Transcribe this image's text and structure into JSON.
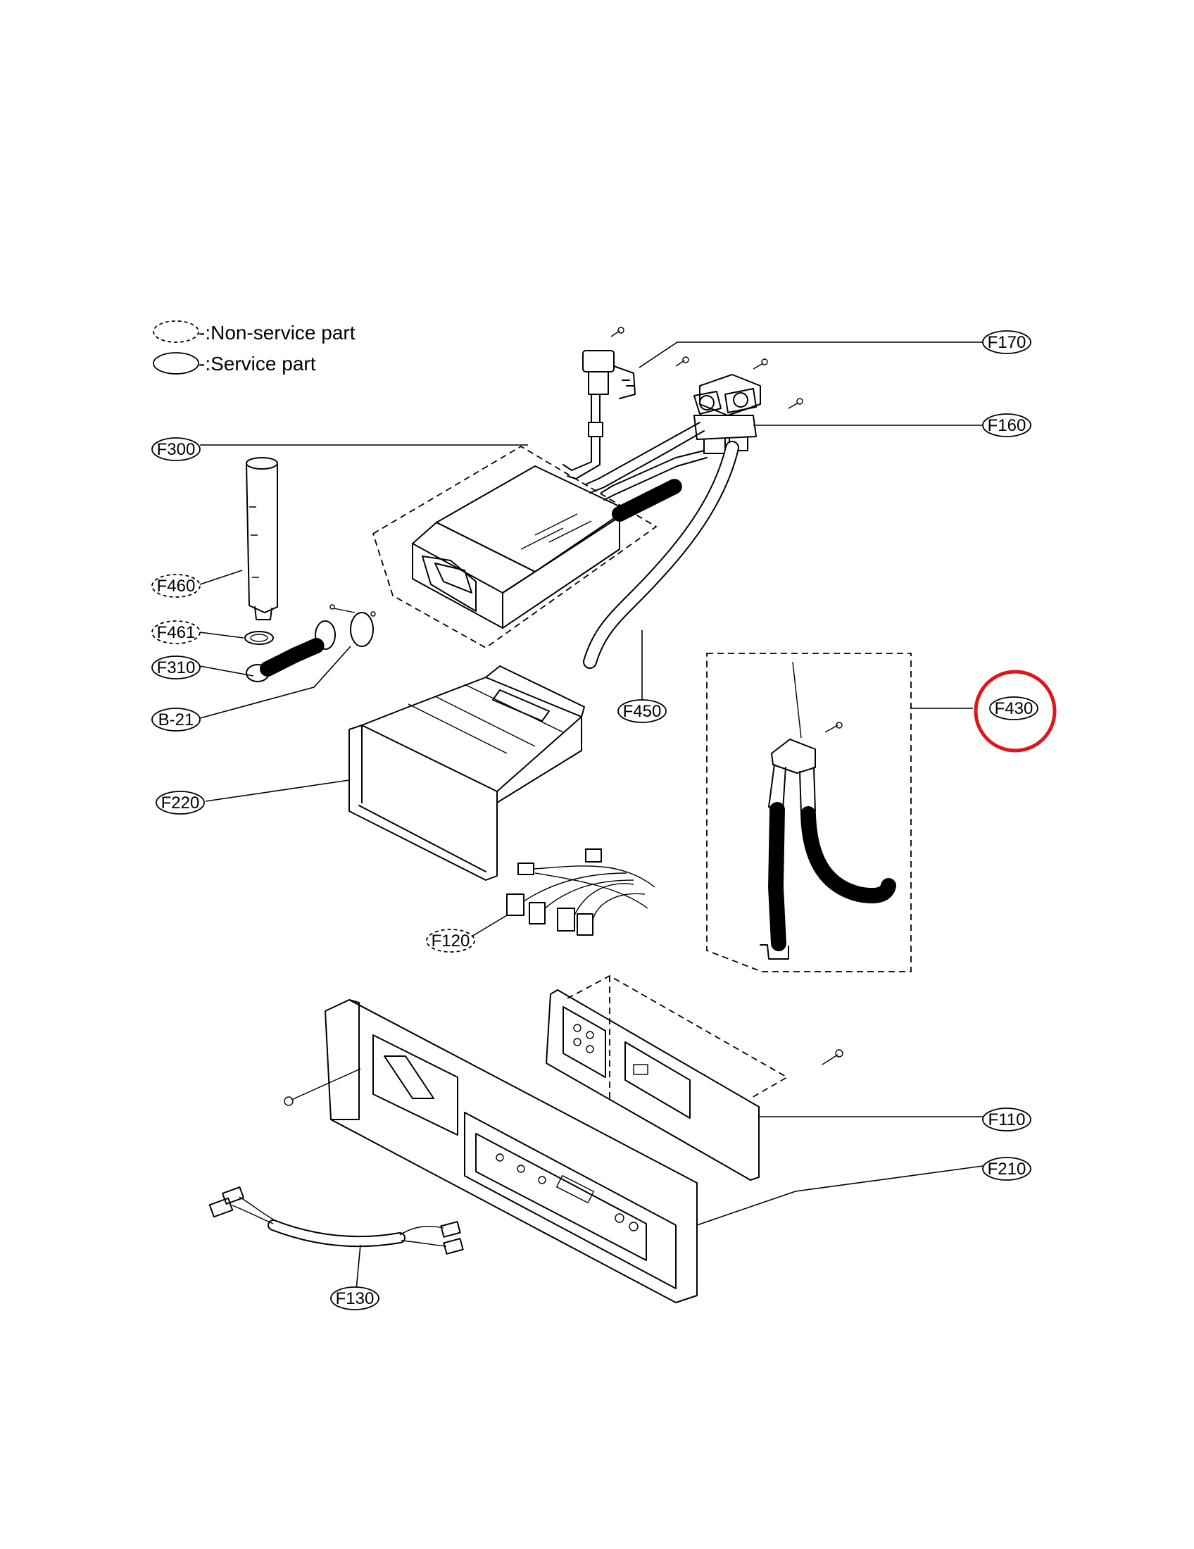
{
  "legend": {
    "non_service": "-:Non-service part",
    "service": "-:Service part"
  },
  "parts": {
    "f170": "F170",
    "f160": "F160",
    "f300": "F300",
    "f460": "F460",
    "f461": "F461",
    "f310": "F310",
    "b21": "B-21",
    "f220": "F220",
    "f450": "F450",
    "f430": "F430",
    "f120": "F120",
    "f110": "F110",
    "f210": "F210",
    "f130": "F130"
  },
  "highlight": {
    "part": "F430",
    "color": "#e0141b"
  }
}
